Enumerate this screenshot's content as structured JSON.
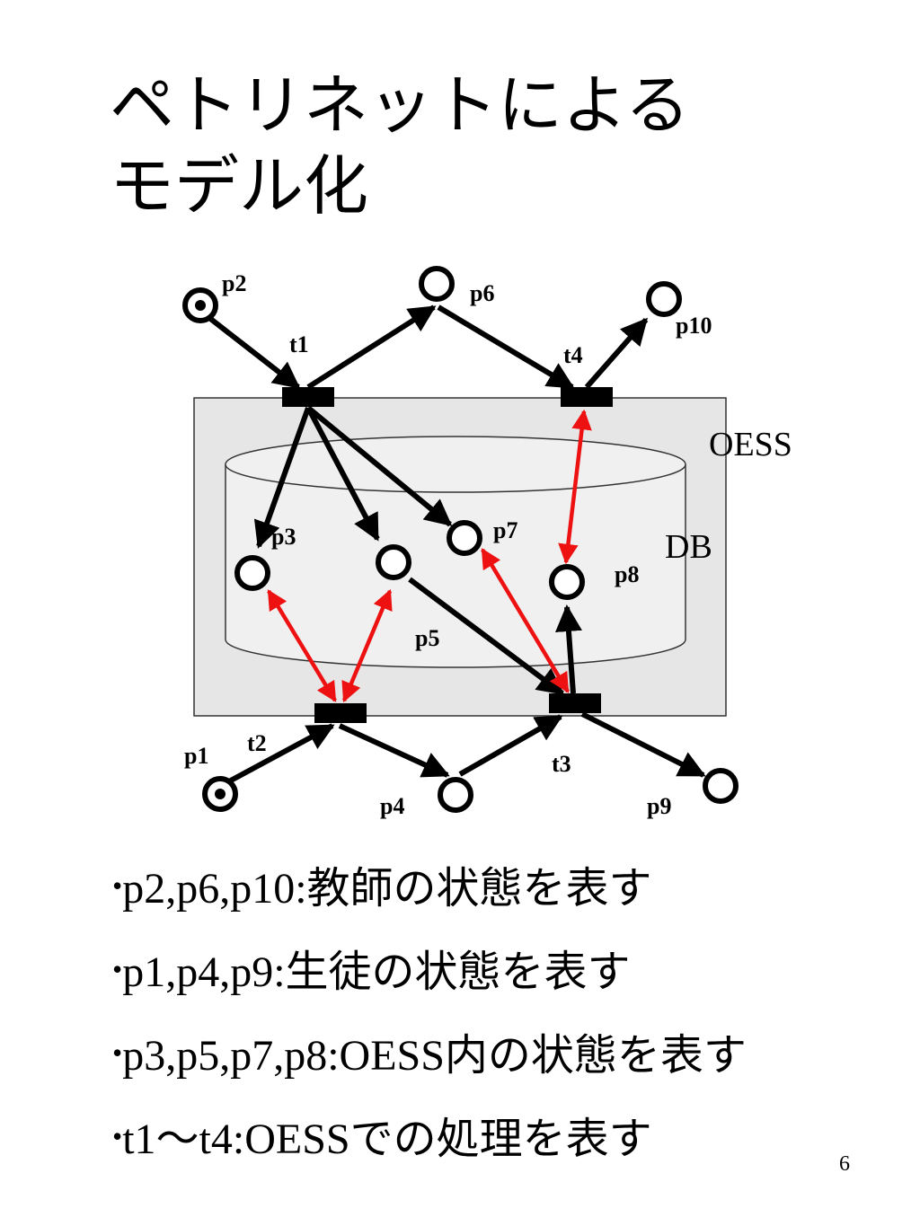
{
  "title": {
    "line1": "ペトリネットによる",
    "line2": "モデル化"
  },
  "diagram": {
    "container_labels": {
      "oess": "OESS",
      "db": "DB"
    },
    "places": {
      "p1": "p1",
      "p2": "p2",
      "p3": "p3",
      "p4": "p4",
      "p5": "p5",
      "p6": "p6",
      "p7": "p7",
      "p8": "p8",
      "p9": "p9",
      "p10": "p10"
    },
    "transitions": {
      "t1": "t1",
      "t2": "t2",
      "t3": "t3",
      "t4": "t4"
    },
    "tokens": [
      "p1",
      "p2"
    ],
    "arcs": [
      {
        "from": "p2",
        "to": "t1"
      },
      {
        "from": "t1",
        "to": "p6"
      },
      {
        "from": "p6",
        "to": "t4"
      },
      {
        "from": "t4",
        "to": "p10"
      },
      {
        "from": "t1",
        "to": "p3"
      },
      {
        "from": "t1",
        "to": "p5"
      },
      {
        "from": "t1",
        "to": "p7"
      },
      {
        "from": "p1",
        "to": "t2"
      },
      {
        "from": "t2",
        "to": "p4"
      },
      {
        "from": "p4",
        "to": "t3"
      },
      {
        "from": "p5",
        "to": "t3"
      },
      {
        "from": "t3",
        "to": "p8"
      },
      {
        "from": "t3",
        "to": "p9"
      }
    ],
    "bidirectional_arcs": [
      {
        "between": [
          "t4",
          "p8"
        ]
      },
      {
        "between": [
          "t2",
          "p3"
        ]
      },
      {
        "between": [
          "t2",
          "p5"
        ]
      },
      {
        "between": [
          "t3",
          "p7"
        ]
      }
    ],
    "colors": {
      "arc": "#000000",
      "bidirectional_arc": "#ee1111",
      "oess_fill": "#e6e6e6",
      "db_fill": "#f0f0f0"
    }
  },
  "bullets": [
    "p2,p6,p10:教師の状態を表す",
    "p1,p4,p9:生徒の状態を表す",
    "p3,p5,p7,p8:OESS内の状態を表す",
    "t1〜t4:OESSでの処理を表す"
  ],
  "bullet_marker": "•",
  "page_number": "6"
}
